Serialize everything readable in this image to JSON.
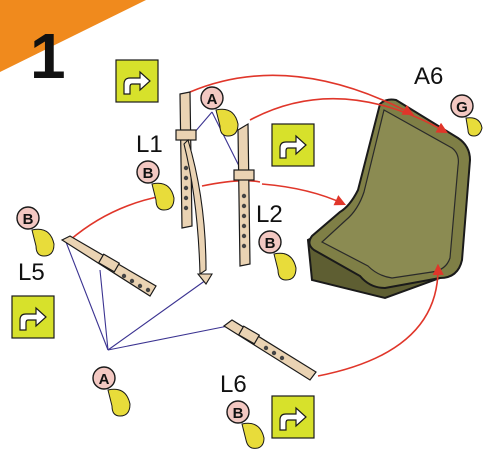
{
  "step": {
    "number": "1",
    "banner_color": "#F08A1D"
  },
  "labels": {
    "seat": "A6",
    "strap_l1": "L1",
    "strap_l2": "L2",
    "strap_l5": "L5",
    "strap_l6": "L6"
  },
  "markers": {
    "a_top": "A",
    "a_bottom": "A",
    "b_l1": "B",
    "b_l2": "B",
    "b_l5": "B",
    "b_l6": "B",
    "g_seat": "G"
  },
  "colors": {
    "seat": "#7F7F46",
    "seat_dark": "#5E5E32",
    "strap": "#EAD3B3",
    "marker_fill": "#E8DC3A",
    "marker_circle": "#F3C8C2",
    "arrow_box": "#D7E12B",
    "red_line": "#E0362A",
    "blue_line": "#3B3391"
  },
  "icons": [
    "roll-up-arrow-icon"
  ]
}
